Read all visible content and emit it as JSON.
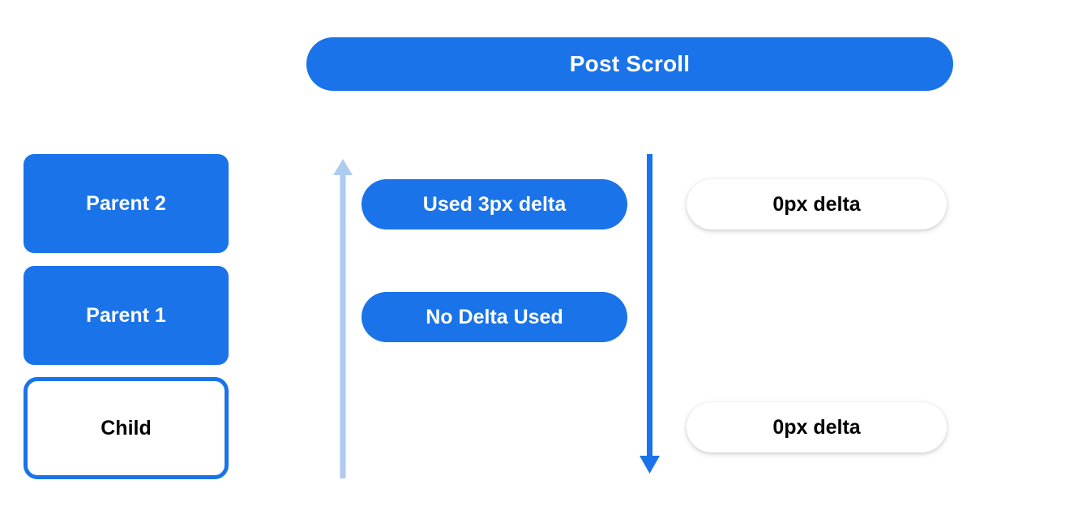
{
  "header": {
    "title": "Post Scroll"
  },
  "colors": {
    "primary_blue": "#1a73e8",
    "light_blue": "#aecbf2",
    "white": "#ffffff",
    "black": "#000000",
    "background": "#ffffff"
  },
  "left_stack": {
    "items": [
      {
        "label": "Parent 2",
        "style": "filled"
      },
      {
        "label": "Parent 1",
        "style": "filled"
      },
      {
        "label": "Child",
        "style": "outlined"
      }
    ]
  },
  "middle_column": {
    "items": [
      {
        "label": "Used 3px delta"
      },
      {
        "label": "No Delta Used"
      }
    ]
  },
  "right_column": {
    "items": [
      {
        "label": "0px delta"
      },
      {
        "label": "0px delta"
      }
    ]
  },
  "arrows": {
    "up": {
      "name": "scroll-up-arrow",
      "direction": "up",
      "color": "#aecbf2"
    },
    "down": {
      "name": "scroll-down-arrow",
      "direction": "down",
      "color": "#1a73e8"
    }
  }
}
